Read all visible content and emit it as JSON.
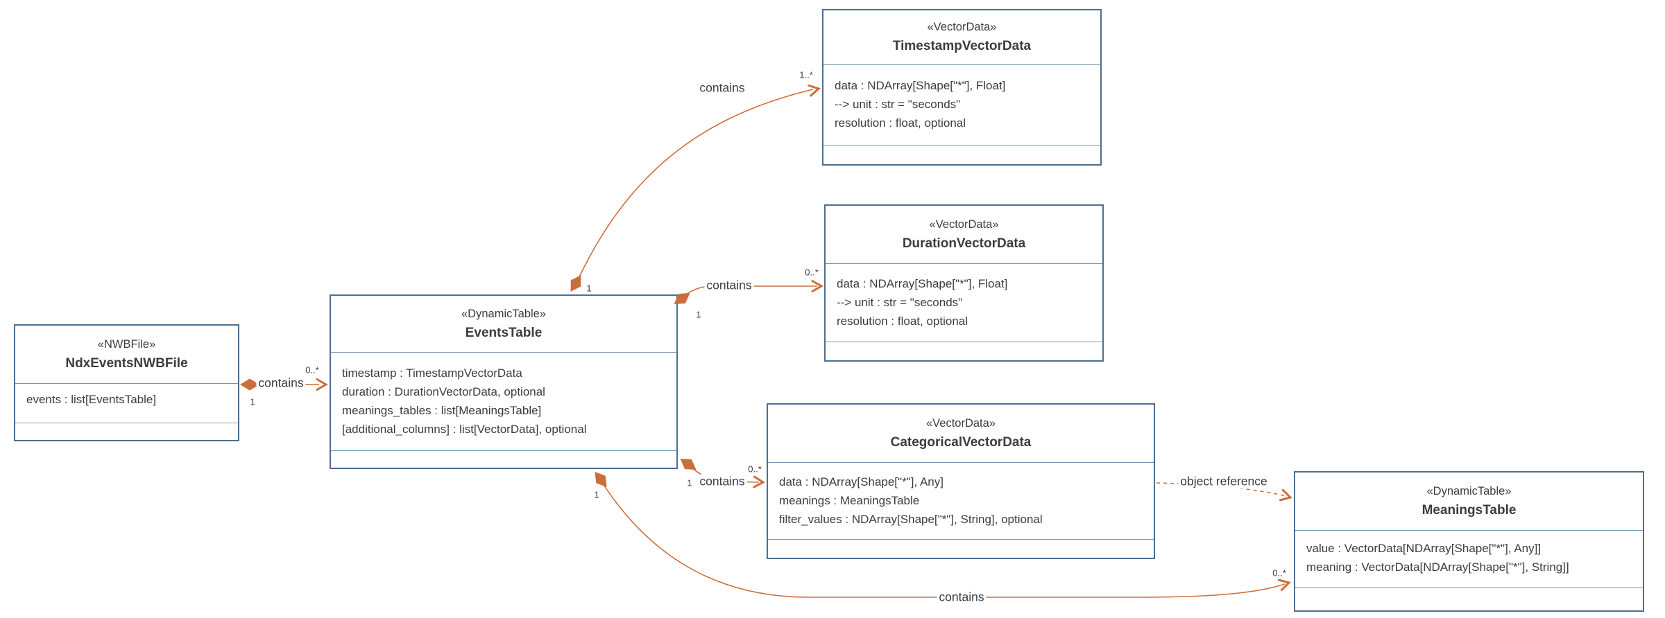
{
  "classes": {
    "ndx_events_nwb_file": {
      "stereotype": "«NWBFile»",
      "name": "NdxEventsNWBFile",
      "attributes": [
        "events : list[EventsTable]"
      ]
    },
    "events_table": {
      "stereotype": "«DynamicTable»",
      "name": "EventsTable",
      "attributes": [
        "timestamp : TimestampVectorData",
        "duration : DurationVectorData, optional",
        "meanings_tables : list[MeaningsTable]",
        "[additional_columns] : list[VectorData], optional"
      ]
    },
    "timestamp_vector_data": {
      "stereotype": "«VectorData»",
      "name": "TimestampVectorData",
      "attributes": [
        "data : NDArray[Shape[\"*\"], Float]",
        "--> unit : str = \"seconds\"",
        "resolution : float, optional"
      ]
    },
    "duration_vector_data": {
      "stereotype": "«VectorData»",
      "name": "DurationVectorData",
      "attributes": [
        "data : NDArray[Shape[\"*\"], Float]",
        "--> unit : str = \"seconds\"",
        "resolution : float, optional"
      ]
    },
    "categorical_vector_data": {
      "stereotype": "«VectorData»",
      "name": "CategoricalVectorData",
      "attributes": [
        "data : NDArray[Shape[\"*\"], Any]",
        "meanings : MeaningsTable",
        "filter_values : NDArray[Shape[\"*\"], String], optional"
      ]
    },
    "meanings_table": {
      "stereotype": "«DynamicTable»",
      "name": "MeaningsTable",
      "attributes": [
        "value : VectorData[NDArray[Shape[\"*\"], Any]]",
        "meaning : VectorData[NDArray[Shape[\"*\"], String]]"
      ]
    }
  },
  "edges": {
    "nwbfile_contains_events": {
      "label": "contains",
      "source_multiplicity": "1",
      "target_multiplicity": "0..*"
    },
    "events_contains_timestamp": {
      "label": "contains",
      "source_multiplicity": "1",
      "target_multiplicity": "1..*"
    },
    "events_contains_duration": {
      "label": "contains",
      "source_multiplicity": "1",
      "target_multiplicity": "0..*"
    },
    "events_contains_categorical": {
      "label": "contains",
      "source_multiplicity": "1",
      "target_multiplicity": "0..*"
    },
    "events_contains_meanings": {
      "label": "contains",
      "source_multiplicity": "1",
      "target_multiplicity": "0..*"
    },
    "categorical_references_meanings": {
      "label": "object reference"
    }
  },
  "colors": {
    "box_border": "#4e6e8d",
    "compartment_divider": "#7796ae",
    "text": "#3c3c3c",
    "connector_orange": "#cb6e3c",
    "background": "#ffffff"
  }
}
